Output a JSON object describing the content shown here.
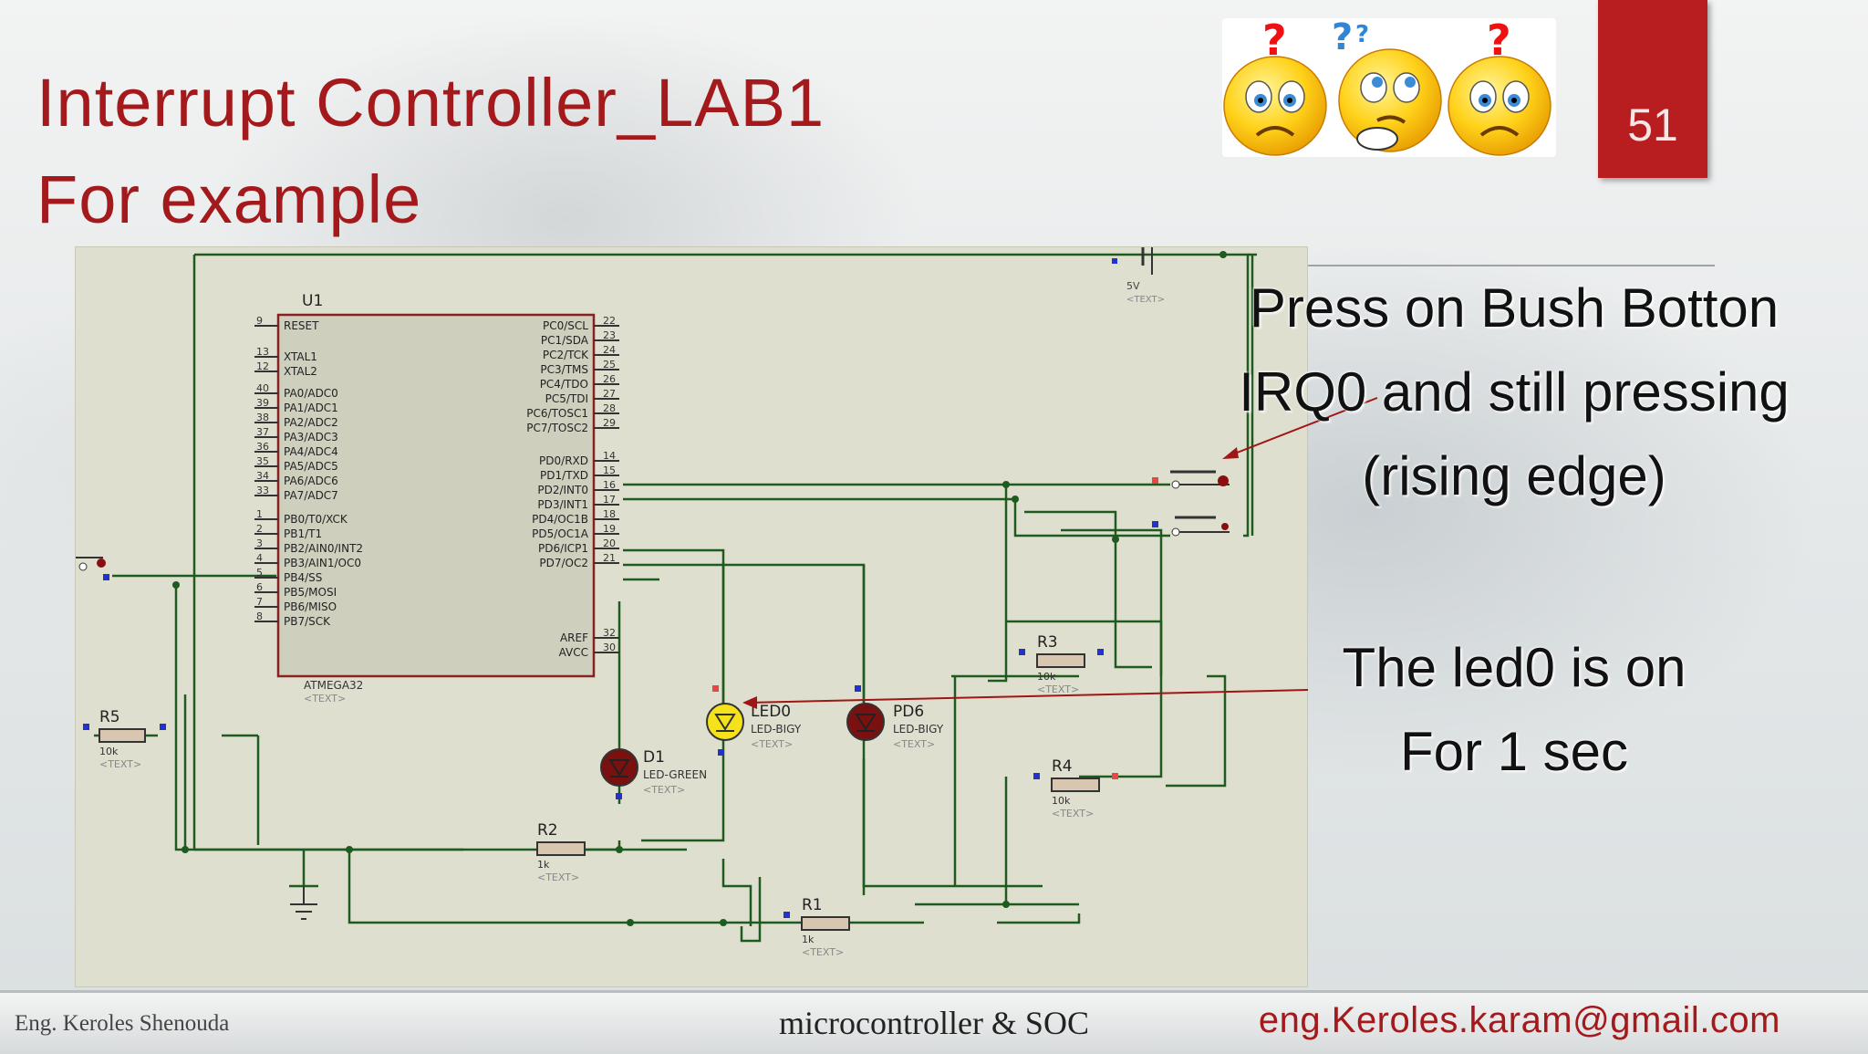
{
  "slide": {
    "title_line1": "Interrupt Controller_LAB1",
    "title_line2": "For example",
    "slide_number": "51"
  },
  "callouts": {
    "press_line1": "Press on Bush Botton",
    "press_line2": "IRQ0 and still pressing",
    "press_line3": "(rising edge)",
    "led_line1": "The led0 is on",
    "led_line2": "For 1 sec"
  },
  "schematic": {
    "chip_ref": "U1",
    "chip_part": "ATMEGA32",
    "text_placeholder": "<TEXT>",
    "left_pins": [
      {
        "num": "9",
        "name": "RESET"
      },
      {
        "num": "13",
        "name": "XTAL1"
      },
      {
        "num": "12",
        "name": "XTAL2"
      },
      {
        "num": "40",
        "name": "PA0/ADC0"
      },
      {
        "num": "39",
        "name": "PA1/ADC1"
      },
      {
        "num": "38",
        "name": "PA2/ADC2"
      },
      {
        "num": "37",
        "name": "PA3/ADC3"
      },
      {
        "num": "36",
        "name": "PA4/ADC4"
      },
      {
        "num": "35",
        "name": "PA5/ADC5"
      },
      {
        "num": "34",
        "name": "PA6/ADC6"
      },
      {
        "num": "33",
        "name": "PA7/ADC7"
      },
      {
        "num": "1",
        "name": "PB0/T0/XCK"
      },
      {
        "num": "2",
        "name": "PB1/T1"
      },
      {
        "num": "3",
        "name": "PB2/AIN0/INT2"
      },
      {
        "num": "4",
        "name": "PB3/AIN1/OC0"
      },
      {
        "num": "5",
        "name": "PB4/SS"
      },
      {
        "num": "6",
        "name": "PB5/MOSI"
      },
      {
        "num": "7",
        "name": "PB6/MISO"
      },
      {
        "num": "8",
        "name": "PB7/SCK"
      }
    ],
    "right_pins": [
      {
        "num": "22",
        "name": "PC0/SCL"
      },
      {
        "num": "23",
        "name": "PC1/SDA"
      },
      {
        "num": "24",
        "name": "PC2/TCK"
      },
      {
        "num": "25",
        "name": "PC3/TMS"
      },
      {
        "num": "26",
        "name": "PC4/TDO"
      },
      {
        "num": "27",
        "name": "PC5/TDI"
      },
      {
        "num": "28",
        "name": "PC6/TOSC1"
      },
      {
        "num": "29",
        "name": "PC7/TOSC2"
      },
      {
        "num": "14",
        "name": "PD0/RXD"
      },
      {
        "num": "15",
        "name": "PD1/TXD"
      },
      {
        "num": "16",
        "name": "PD2/INT0"
      },
      {
        "num": "17",
        "name": "PD3/INT1"
      },
      {
        "num": "18",
        "name": "PD4/OC1B"
      },
      {
        "num": "19",
        "name": "PD5/OC1A"
      },
      {
        "num": "20",
        "name": "PD6/ICP1"
      },
      {
        "num": "21",
        "name": "PD7/OC2"
      },
      {
        "num": "32",
        "name": "AREF"
      },
      {
        "num": "30",
        "name": "AVCC"
      }
    ],
    "components": {
      "battery_label": "5V",
      "r5": {
        "ref": "R5",
        "value": "10k"
      },
      "r3": {
        "ref": "R3",
        "value": "10k"
      },
      "r4": {
        "ref": "R4",
        "value": "10k"
      },
      "r2": {
        "ref": "R2",
        "value": "1k"
      },
      "r1": {
        "ref": "R1",
        "value": "1k"
      },
      "led0": {
        "ref": "LED0",
        "part": "LED-BIGY"
      },
      "pd6": {
        "ref": "PD6",
        "part": "LED-BIGY"
      },
      "d1": {
        "ref": "D1",
        "part": "LED-GREEN"
      }
    }
  },
  "footer": {
    "author": "Eng. Keroles Shenouda",
    "course": "microcontroller & SOC",
    "email": "eng.Keroles.karam@gmail.com"
  },
  "colors": {
    "accent": "#a4191b",
    "wire": "#1f5a1f",
    "chip_fill": "#cfcfbd",
    "chip_border": "#8a2020",
    "led_yellow": "#f5e21a",
    "led_dark": "#7a1010"
  }
}
